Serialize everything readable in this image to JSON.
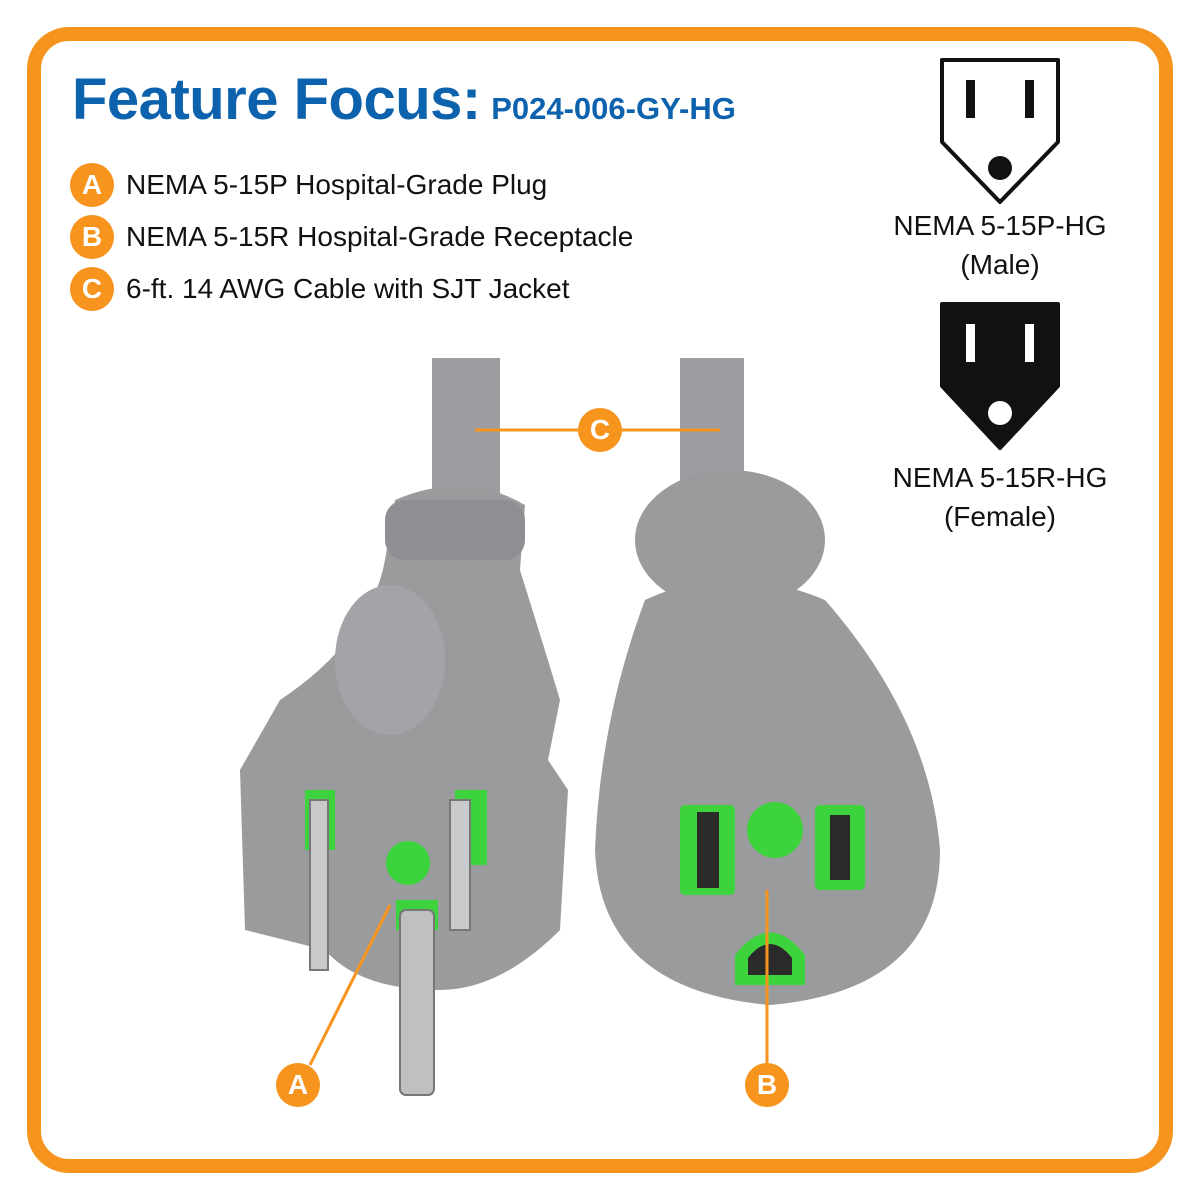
{
  "header": {
    "title": "Feature Focus:",
    "model": "P024-006-GY-HG"
  },
  "features": [
    {
      "badge": "A",
      "label": "NEMA 5-15P Hospital-Grade Plug"
    },
    {
      "badge": "B",
      "label": "NEMA 5-15R Hospital-Grade Receptacle"
    },
    {
      "badge": "C",
      "label": "6-ft. 14 AWG Cable with SJT Jacket"
    }
  ],
  "diagrams": {
    "male": {
      "line1": "NEMA 5-15P-HG",
      "line2": "(Male)"
    },
    "female": {
      "line1": "NEMA 5-15R-HG",
      "line2": "(Female)"
    }
  },
  "callouts": {
    "a": "A",
    "b": "B",
    "c": "C"
  },
  "colors": {
    "accent": "#F7941D",
    "title": "#0D62AE",
    "plug": "#9A9B9D",
    "hg_green": "#3CD33C"
  }
}
